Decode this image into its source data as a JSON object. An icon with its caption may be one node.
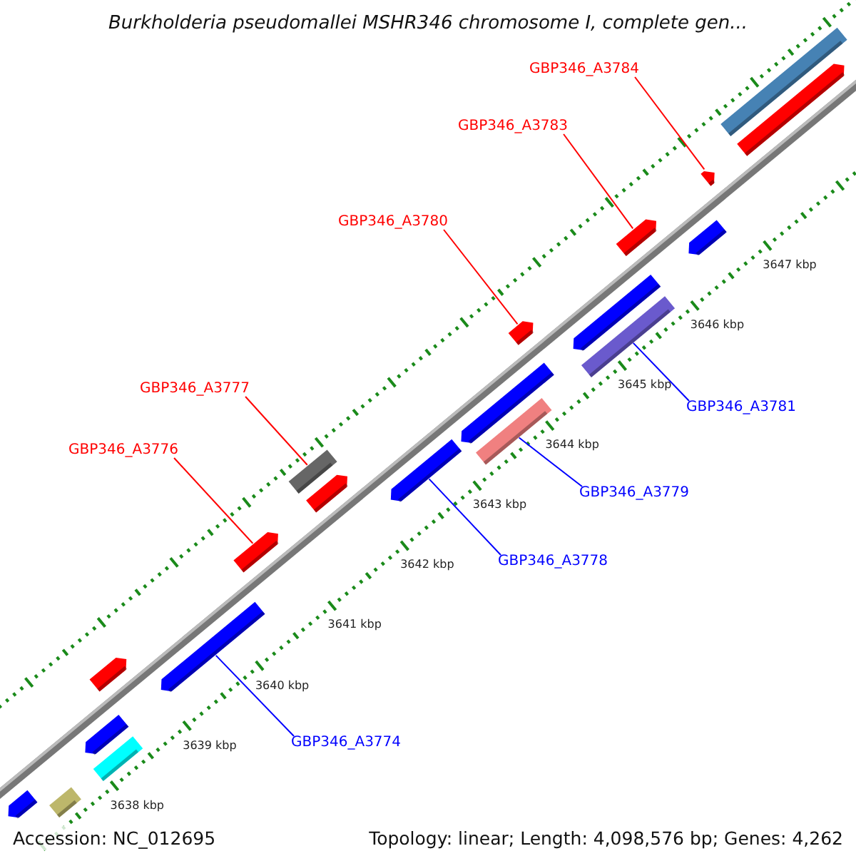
{
  "diagram": {
    "title": "Burkholderia pseudomallei MSHR346 chromosome I, complete gen...",
    "nodes": [
      {
        "text": [
          "GBP346_A3784"
        ]
      },
      {
        "text": [],
        "shape": "bar"
      },
      {
        "text": [
          "GBP346_A3783"
        ]
      },
      {
        "text": [],
        "shape": "bar"
      },
      {
        "text": [
          "GBP346_A3780"
        ]
      },
      {
        "text": [],
        "shape": "bar"
      },
      {
        "text": [
          "GBP346_A3781"
        ]
      },
      {
        "text": [],
        "shape": "bar"
      },
      {
        "text": [
          "GBP346_A3777"
        ]
      },
      {
        "text": [],
        "shape": "bar"
      },
      {
        "text": [
          "GBP346_A3779"
        ]
      },
      {
        "text": [],
        "shape": "bar"
      },
      {
        "text": [
          "GBP346_A3776"
        ]
      },
      {
        "text": [],
        "shape": "bar"
      },
      {
        "text": [
          "GBP346_A3778"
        ]
      },
      {
        "text": [],
        "shape": "bar"
      },
      {
        "text": [
          "GBP346_A3774"
        ]
      },
      {
        "text": [],
        "shape": "bar"
      },
      {
        "text": [],
        "shape": "bar"
      },
      {
        "text": [],
        "shape": "bar"
      },
      {
        "text": [],
        "shape": "bar"
      },
      {
        "text": [],
        "shape": "bar"
      },
      {
        "text": [],
        "shape": "bar"
      },
      {
        "text": [],
        "shape": "bar"
      },
      {
        "text": [],
        "shape": "bar"
      },
      {
        "text": [],
        "shape": "bar"
      },
      {
        "text": [],
        "shape": "bar"
      },
      {
        "text": [],
        "shape": "bar"
      },
      {
        "text": [],
        "shape": "bar"
      }
    ],
    "edges": [
      {
        "from": 0,
        "to": 1,
        "arrow": "none"
      },
      {
        "from": 2,
        "to": 3,
        "arrow": "none"
      },
      {
        "from": 4,
        "to": 5,
        "arrow": "none"
      },
      {
        "from": 6,
        "to": 7,
        "arrow": "none",
        "color": "#0000ff"
      },
      {
        "from": 8,
        "to": 9,
        "arrow": "none"
      },
      {
        "from": 10,
        "to": 11,
        "arrow": "none",
        "color": "#0000ff"
      },
      {
        "from": 12,
        "to": 13,
        "arrow": "none"
      },
      {
        "from": 14,
        "to": 15,
        "arrow": "none",
        "color": "#0000ff"
      },
      {
        "from": 16,
        "to": 17,
        "arrow": "none",
        "color": "#0000ff"
      }
    ],
    "labels": [
      "3647 kbp",
      "3646 kbp",
      "3645 kbp",
      "3644 kbp",
      "3643 kbp",
      "3642 kbp",
      "3641 kbp",
      "3640 kbp",
      "3639 kbp",
      "3638 kbp",
      "Accession: NC_012695",
      "Topology: linear; Length: 4,098,576 bp; Genes: 4,262"
    ]
  }
}
